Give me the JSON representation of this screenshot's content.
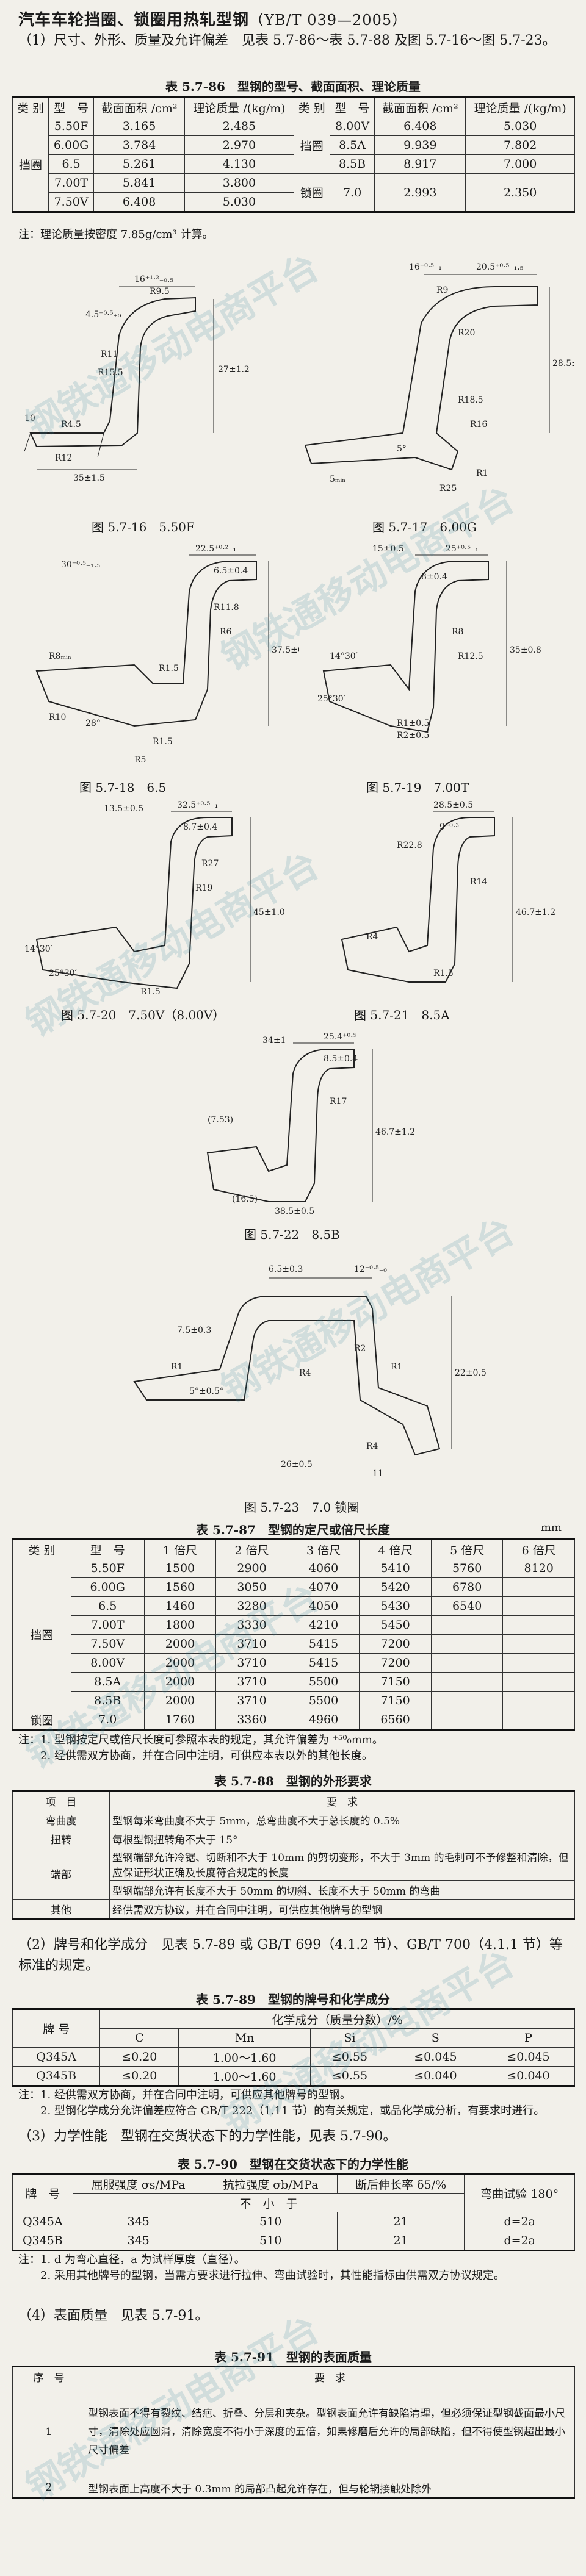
{
  "title": "汽车车轮挡圈、锁圈用热轧型钢",
  "title_std": "（YB/T 039—2005）",
  "intro": "（1）尺寸、外形、质量及允许偏差　见表 5.7-86～表 5.7-88 及图 5.7-16～图 5.7-23。",
  "t86": {
    "caption": "表 5.7-86　型钢的型号、截面面积、理论质量",
    "headers": [
      "类 别",
      "型　号",
      "截面面积 /cm²",
      "理论质量 /(kg/m)",
      "类 别",
      "型　号",
      "截面面积 /cm²",
      "理论质量 /(kg/m)"
    ],
    "left_rows": [
      [
        "5.50F",
        "3.165",
        "2.485"
      ],
      [
        "6.00G",
        "3.784",
        "2.970"
      ],
      [
        "6.5",
        "5.261",
        "4.130"
      ],
      [
        "7.00T",
        "5.841",
        "3.800"
      ],
      [
        "7.50V",
        "6.408",
        "5.030"
      ]
    ],
    "left_cat": "挡圈",
    "right_rows": [
      [
        "8.00V",
        "6.408",
        "5.030"
      ],
      [
        "8.5A",
        "9.939",
        "7.802"
      ],
      [
        "8.5B",
        "8.917",
        "7.000"
      ],
      [
        "7.0",
        "2.993",
        "2.350"
      ]
    ],
    "right_cats": [
      "挡圈",
      "锁圈"
    ],
    "note": "注：理论质量按密度 7.85g/cm³ 计算。"
  },
  "figs": {
    "f16": "图 5.7-16　5.50F",
    "f17": "图 5.7-17　6.00G",
    "f18": "图 5.7-18　6.5",
    "f19": "图 5.7-19　7.00T",
    "f20": "图 5.7-20　7.50V（8.00V）",
    "f21": "图 5.7-21　8.5A",
    "f22": "图 5.7-22　8.5B",
    "f23": "图 5.7-23　7.0 锁圈"
  },
  "t87": {
    "caption": "表 5.7-87　型钢的定尺或倍尺长度",
    "unit": "mm",
    "headers": [
      "类 别",
      "型　号",
      "1 倍尺",
      "2 倍尺",
      "3 倍尺",
      "4 倍尺",
      "5 倍尺",
      "6 倍尺"
    ],
    "cat1": "挡圈",
    "cat2": "锁圈",
    "rows": [
      [
        "5.50F",
        "1500",
        "2900",
        "4060",
        "5410",
        "5760",
        "8120"
      ],
      [
        "6.00G",
        "1560",
        "3050",
        "4070",
        "5420",
        "6780",
        ""
      ],
      [
        "6.5",
        "1460",
        "3280",
        "4050",
        "5430",
        "6540",
        ""
      ],
      [
        "7.00T",
        "1800",
        "3330",
        "4210",
        "5450",
        "",
        ""
      ],
      [
        "7.50V",
        "2000",
        "3710",
        "5415",
        "7200",
        "",
        ""
      ],
      [
        "8.00V",
        "2000",
        "3710",
        "5415",
        "7200",
        "",
        ""
      ],
      [
        "8.5A",
        "2000",
        "3710",
        "5500",
        "7150",
        "",
        ""
      ],
      [
        "8.5B",
        "2000",
        "3710",
        "5500",
        "7150",
        "",
        ""
      ],
      [
        "7.0",
        "1760",
        "3360",
        "4960",
        "6560",
        "",
        ""
      ]
    ],
    "notes": [
      "注：1. 型钢按定尺或倍尺长度可参照本表的规定，其允许偏差为 ⁺⁵⁰₀mm。",
      "　　2. 经供需双方协商，并在合同中注明，可供应本表以外的其他长度。"
    ]
  },
  "t88": {
    "caption": "表 5.7-88　型钢的外形要求",
    "headers": [
      "项　目",
      "要　求"
    ],
    "rows": [
      [
        "弯曲度",
        "型钢每米弯曲度不大于 5mm，总弯曲度不大于总长度的 0.5%"
      ],
      [
        "扭转",
        "每根型钢扭转角不大于 15°"
      ],
      [
        "端部",
        "型钢端部允许冷锯、切断和不大于 10mm 的剪切变形，不大于 3mm 的毛刺可不予修整和清除，但应保证形状正确及长度符合规定的长度"
      ],
      [
        "",
        "型钢端部允许有长度不大于 50mm 的切斜、长度不大于 50mm 的弯曲"
      ],
      [
        "其他",
        "经供需双方协议，并在合同中注明，可供应其他牌号的型钢"
      ]
    ]
  },
  "para2": "（2）牌号和化学成分　见表 5.7-89 或 GB/T 699（4.1.2 节）、GB/T 700（4.1.1 节）等标准的规定。",
  "t89": {
    "caption": "表 5.7-89　型钢的牌号和化学成分",
    "headers": [
      "牌 号",
      "C",
      "Mn",
      "Si",
      "S",
      "P"
    ],
    "group": "化学成分（质量分数）/%",
    "rows": [
      [
        "Q345A",
        "≤0.20",
        "1.00～1.60",
        "≤0.55",
        "≤0.045",
        "≤0.045"
      ],
      [
        "Q345B",
        "≤0.20",
        "1.00～1.60",
        "≤0.55",
        "≤0.040",
        "≤0.040"
      ]
    ],
    "notes": [
      "注：1. 经供需双方协商，并在合同中注明，可供应其他牌号的型钢。",
      "　　2. 型钢化学成分允许偏差应符合 GB/T 222（1.11 节）的有关规定，或品化学成分析，有要求时进行。"
    ]
  },
  "para3": "（3）力学性能　型钢在交货状态下的力学性能，见表 5.7-90。",
  "t90": {
    "caption": "表 5.7-90　型钢在交货状态下的力学性能",
    "headers": [
      "牌　号",
      "屈服强度 σs/MPa",
      "抗拉强度 σb/MPa",
      "断后伸长率 δ5/%",
      "弯曲试验 180°"
    ],
    "sub": [
      "不　小　于",
      ""
    ],
    "rows": [
      [
        "Q345A",
        "345",
        "510",
        "21",
        "d=2a"
      ],
      [
        "Q345B",
        "345",
        "510",
        "21",
        "d=2a"
      ]
    ],
    "notes": [
      "注：1. d 为弯心直径，a 为试样厚度（直径）。",
      "　　2. 采用其他牌号的型钢，当需方要求进行拉伸、弯曲试验时，其性能指标由供需双方协议规定。"
    ]
  },
  "para4": "（4）表面质量　见表 5.7-91。",
  "t91": {
    "caption": "表 5.7-91　型钢的表面质量",
    "headers": [
      "序　号",
      "要　求"
    ],
    "rows": [
      [
        "1",
        "型钢表面不得有裂纹、结疤、折叠、分层和夹杂。型钢表面允许有缺陷清理，但必须保证型钢截面最小尺寸，清除处应圆滑，清除宽度不得小于深度的五倍，如果修磨后允许的局部缺陷，但不得使型钢超出最小尺寸偏差"
      ],
      [
        "2",
        "型钢表面上高度不大于 0.3mm 的局部凸起允许存在，但与轮辋接触处除外"
      ]
    ]
  },
  "watermark": "钢铁通移动电商平台",
  "colors": {
    "paper": "#f2f0ea",
    "ink": "#1a1a1a",
    "watermark": "#3c8ca0"
  }
}
